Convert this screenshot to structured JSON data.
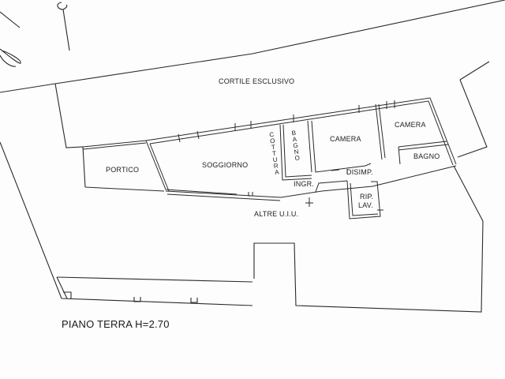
{
  "plan": {
    "title": "PIANO TERRA H=2.70",
    "ink_color": "#2a2a2a",
    "paper_color": "#fdfdfd",
    "areas": {
      "courtyard": "CORTILE ESCLUSIVO",
      "other_units": "ALTRE U.I.U."
    },
    "rooms": [
      {
        "id": "portico",
        "label": "PORTICO"
      },
      {
        "id": "soggiorno",
        "label": "SOGGIORNO"
      },
      {
        "id": "cottura",
        "label": "COTTURA"
      },
      {
        "id": "bagno-1",
        "label": "BAGNO"
      },
      {
        "id": "camera-1",
        "label": "CAMERA"
      },
      {
        "id": "camera-2",
        "label": "CAMERA"
      },
      {
        "id": "bagno-2",
        "label": "BAGNO"
      },
      {
        "id": "disimpegno",
        "label": "DISIMP."
      },
      {
        "id": "ingresso",
        "label": "INGR."
      },
      {
        "id": "rip-lav",
        "label_line1": "RIP.",
        "label_line2": "LAV."
      }
    ]
  }
}
